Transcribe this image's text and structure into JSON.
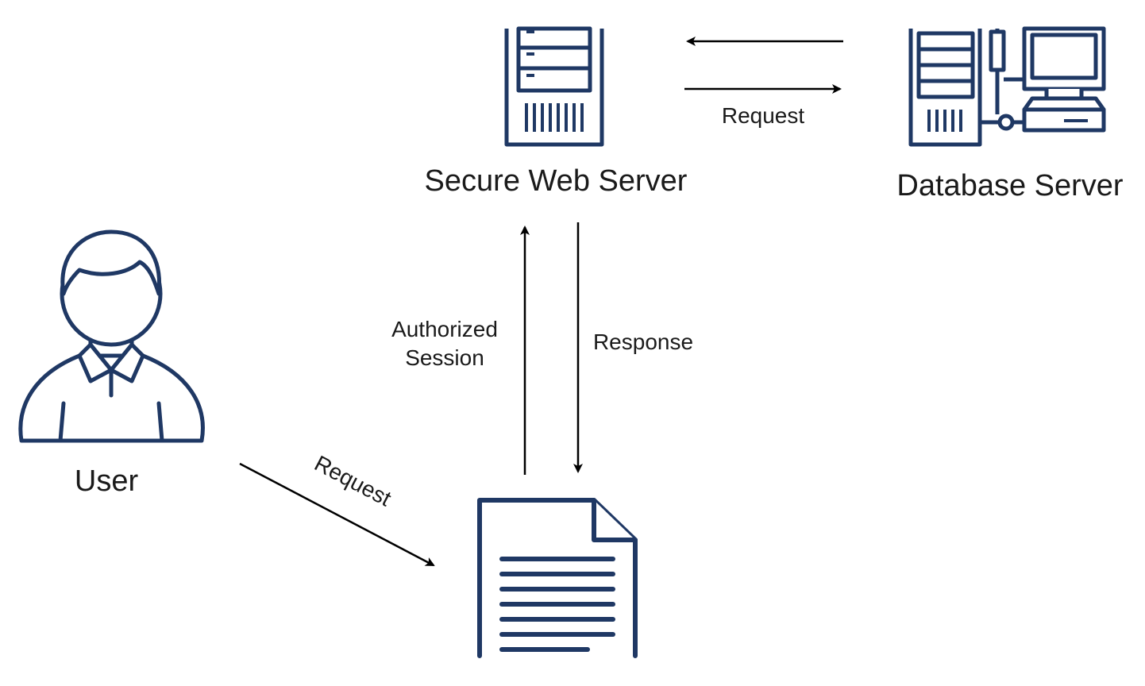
{
  "colors": {
    "icon_stroke": "#1f3864",
    "icon_fill": "#ffffff",
    "arrow": "#000000",
    "text": "#1a1a1a"
  },
  "nodes": {
    "web_server": {
      "label": "Secure Web Server",
      "icon": "server-tower-icon"
    },
    "database_server": {
      "label": "Database Server",
      "icon": "database-server-icon"
    },
    "user": {
      "label": "User",
      "icon": "user-avatar-icon"
    },
    "document": {
      "label": "",
      "icon": "document-icon"
    }
  },
  "edges": {
    "web_to_db_request": {
      "label": "Request"
    },
    "db_to_web": {
      "label": ""
    },
    "user_to_document_request": {
      "label": "Request"
    },
    "authorized_session": {
      "label_line1": "Authorized",
      "label_line2": "Session"
    },
    "response": {
      "label": "Response"
    }
  }
}
